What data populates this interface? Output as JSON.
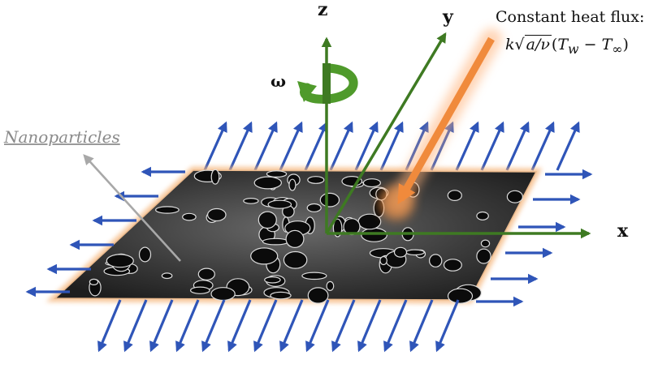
{
  "labels": {
    "z_axis": "z",
    "y_axis": "y",
    "x_axis": "x",
    "omega": "ω",
    "nanoparticles": "Nanoparticles",
    "heat_flux_title": "Constant heat flux:",
    "heat_flux_k": "k",
    "heat_flux_radicand": "a/ν",
    "heat_flux_open": "(",
    "heat_flux_tw": "T",
    "heat_flux_w_sub": "w",
    "heat_flux_minus": " − ",
    "heat_flux_tinf": "T",
    "heat_flux_inf_sub": "∞",
    "heat_flux_close": ")"
  },
  "colors": {
    "axis_green": "#3e7a22",
    "rotation_green": "#4f9a2b",
    "stretch_arrow_blue": "#2f55b8",
    "heat_arrow_orange": "#f08a3c",
    "plate_dark": "#2a2a2a",
    "plate_edge_glow": "#f5b57a",
    "pointer_gray": "#a8a8a8"
  }
}
